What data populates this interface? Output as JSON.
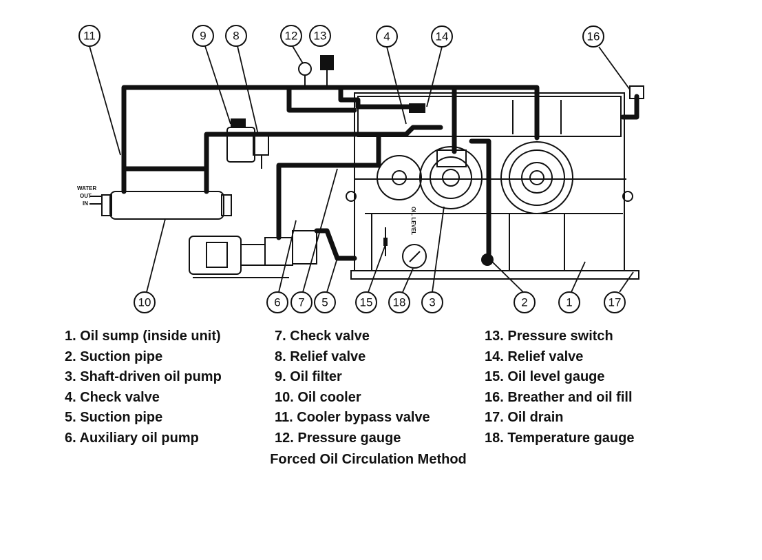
{
  "callouts": [
    "11",
    "9",
    "8",
    "12",
    "13",
    "4",
    "14",
    "16",
    "10",
    "6",
    "7",
    "5",
    "15",
    "18",
    "3",
    "2",
    "1",
    "17"
  ],
  "side_labels": [
    "WATER",
    "OUT",
    "IN"
  ],
  "tank_label": "OIL LEVEL",
  "legend": {
    "col1": [
      "1. Oil sump (inside unit)",
      "2. Suction pipe",
      "3. Shaft-driven oil pump",
      "4. Check valve",
      "5. Suction pipe",
      "6. Auxiliary oil pump"
    ],
    "col2": [
      "7. Check valve",
      "8. Relief valve",
      "9. Oil filter",
      "10. Oil cooler",
      "11. Cooler bypass valve",
      "12. Pressure gauge"
    ],
    "col3": [
      "13. Pressure switch",
      "14. Relief valve",
      "15. Oil level gauge",
      "16. Breather and oil fill",
      "17. Oil drain",
      "18. Temperature gauge"
    ]
  },
  "caption": "Forced Oil Circulation Method"
}
